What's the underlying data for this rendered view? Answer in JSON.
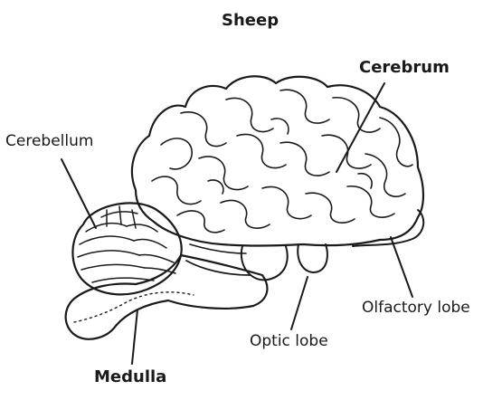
{
  "title": "Sheep",
  "labels": {
    "cerebrum": "Cerebrum",
    "cerebellum": "Cerebellum",
    "olfactory_lobe": "Olfactory lobe",
    "optic_lobe": "Optic lobe",
    "medulla": "Medulla"
  },
  "colors": {
    "ink": "#1a1a1a",
    "background": "#ffffff"
  }
}
